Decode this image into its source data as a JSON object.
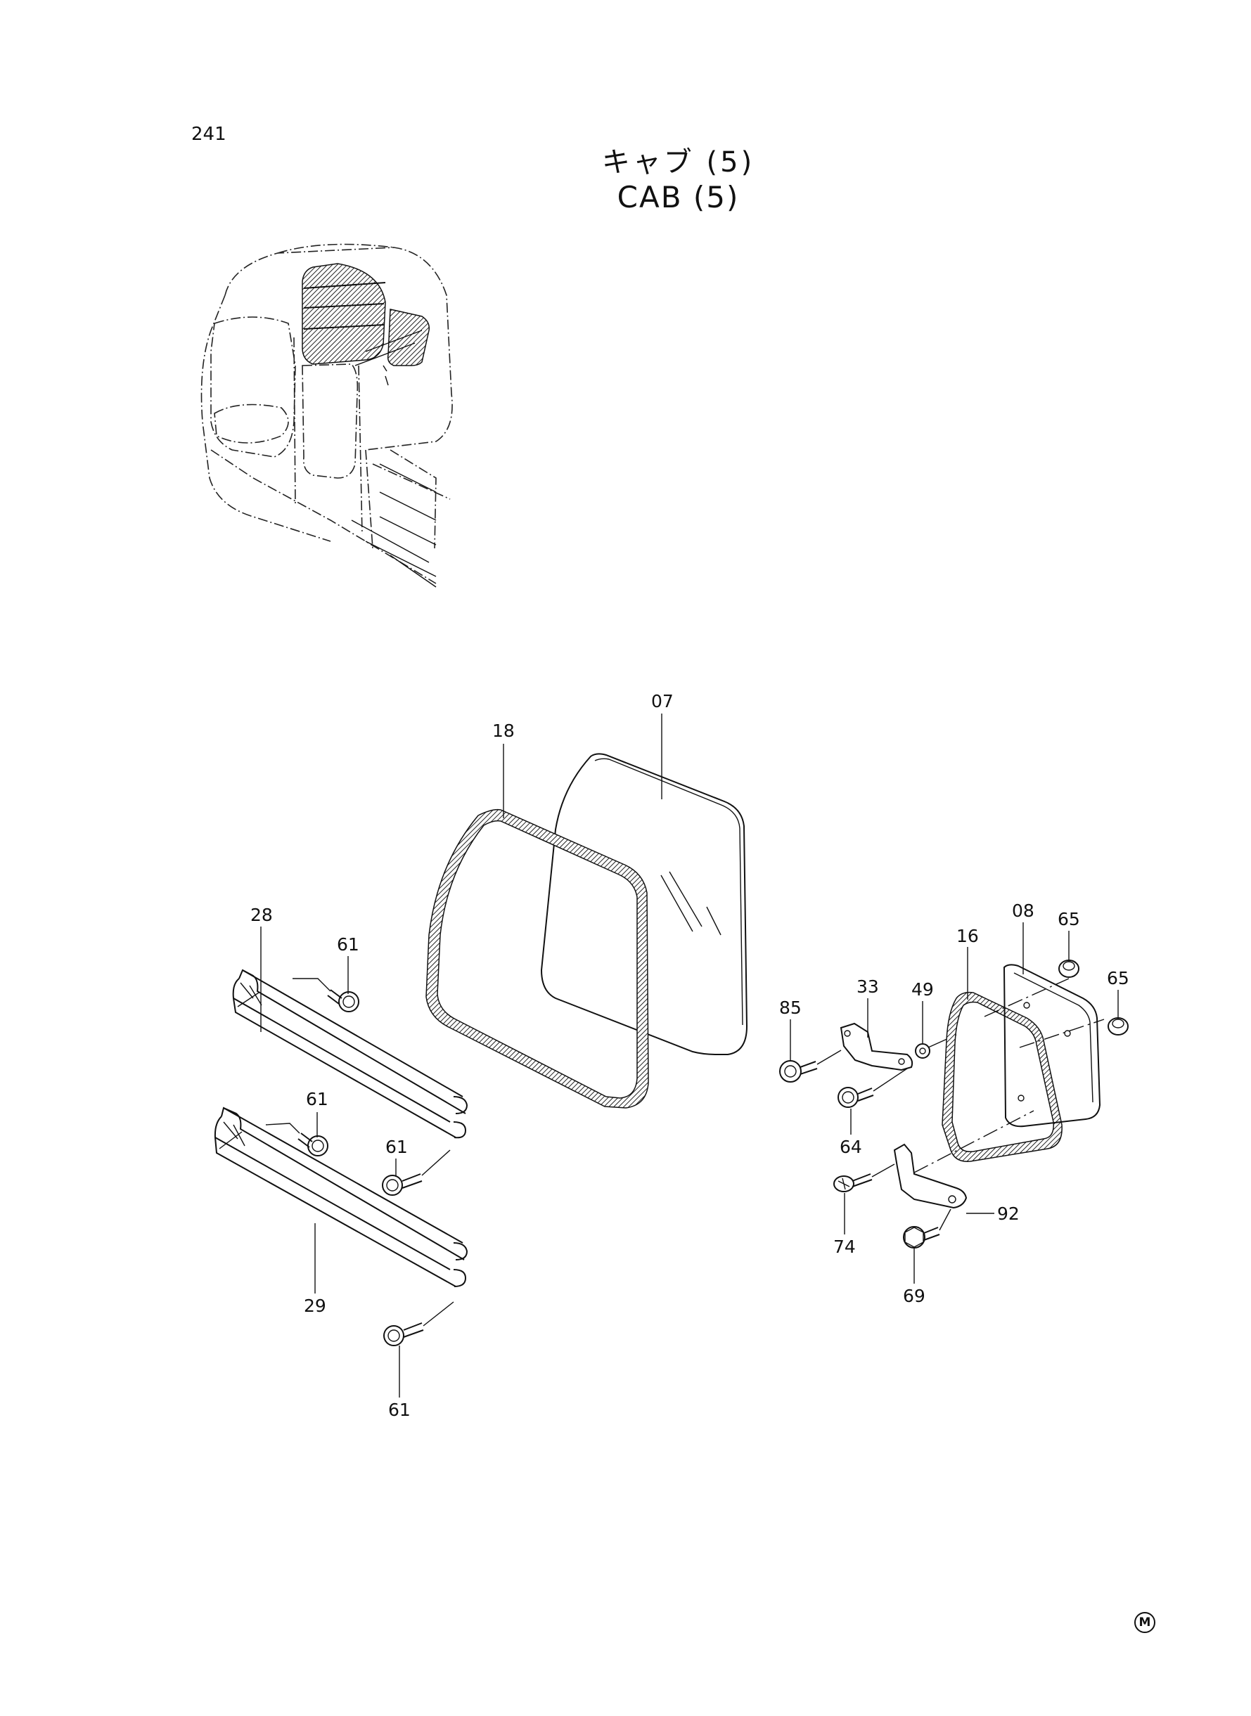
{
  "page": {
    "number": "241",
    "title_ja": "キャブ (5)",
    "title_en": "CAB (5)",
    "mark": "M"
  },
  "callouts": [
    {
      "id": "c07",
      "label": "07"
    },
    {
      "id": "c18",
      "label": "18"
    },
    {
      "id": "c28",
      "label": "28"
    },
    {
      "id": "c61a",
      "label": "61"
    },
    {
      "id": "c61b",
      "label": "61"
    },
    {
      "id": "c61c",
      "label": "61"
    },
    {
      "id": "c61d",
      "label": "61"
    },
    {
      "id": "c29",
      "label": "29"
    },
    {
      "id": "c85",
      "label": "85"
    },
    {
      "id": "c33",
      "label": "33"
    },
    {
      "id": "c49",
      "label": "49"
    },
    {
      "id": "c16",
      "label": "16"
    },
    {
      "id": "c08",
      "label": "08"
    },
    {
      "id": "c65a",
      "label": "65"
    },
    {
      "id": "c65b",
      "label": "65"
    },
    {
      "id": "c64",
      "label": "64"
    },
    {
      "id": "c74",
      "label": "74"
    },
    {
      "id": "c92",
      "label": "92"
    },
    {
      "id": "c69",
      "label": "69"
    }
  ]
}
